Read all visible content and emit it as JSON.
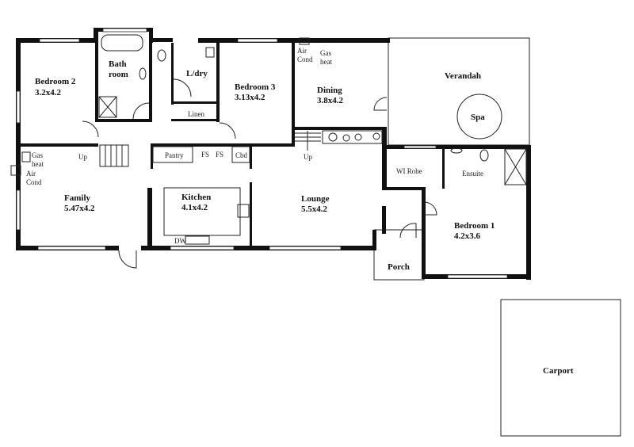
{
  "rooms": {
    "bedroom2": {
      "name": "Bedroom 2",
      "size": "3.2x4.2"
    },
    "bathroom": {
      "name1": "Bath",
      "name2": "room"
    },
    "laundry": {
      "name": "L/dry"
    },
    "linen": {
      "name": "Linen"
    },
    "bedroom3": {
      "name": "Bedroom 3",
      "size": "3.13x4.2"
    },
    "dining": {
      "name": "Dining",
      "size": "3.8x4.2"
    },
    "verandah": {
      "name": "Verandah"
    },
    "spa": {
      "name": "Spa"
    },
    "family": {
      "name": "Family",
      "size": "5.47x4.2"
    },
    "kitchen": {
      "name": "Kitchen",
      "size": "4.1x4.2"
    },
    "lounge": {
      "name": "Lounge",
      "size": "5.5x4.2"
    },
    "wi_robe": {
      "name": "WI Robe"
    },
    "ensuite": {
      "name": "Ensuite"
    },
    "bedroom1": {
      "name": "Bedroom 1",
      "size": "4.2x3.6"
    },
    "porch": {
      "name": "Porch"
    },
    "carport": {
      "name": "Carport"
    }
  },
  "fixtures": {
    "pantry": "Pantry",
    "fs1": "FS",
    "fs2": "FS",
    "cbd": "Cbd",
    "dw": "DW",
    "up_family": "Up",
    "up_lounge": "Up",
    "aircond_dining": [
      "Air",
      "Cond"
    ],
    "gasheat_dining": [
      "Gas",
      "heat"
    ],
    "gasheat_family": [
      "Gas",
      "heat"
    ],
    "aircond_family": [
      "Air",
      "Cond"
    ]
  }
}
